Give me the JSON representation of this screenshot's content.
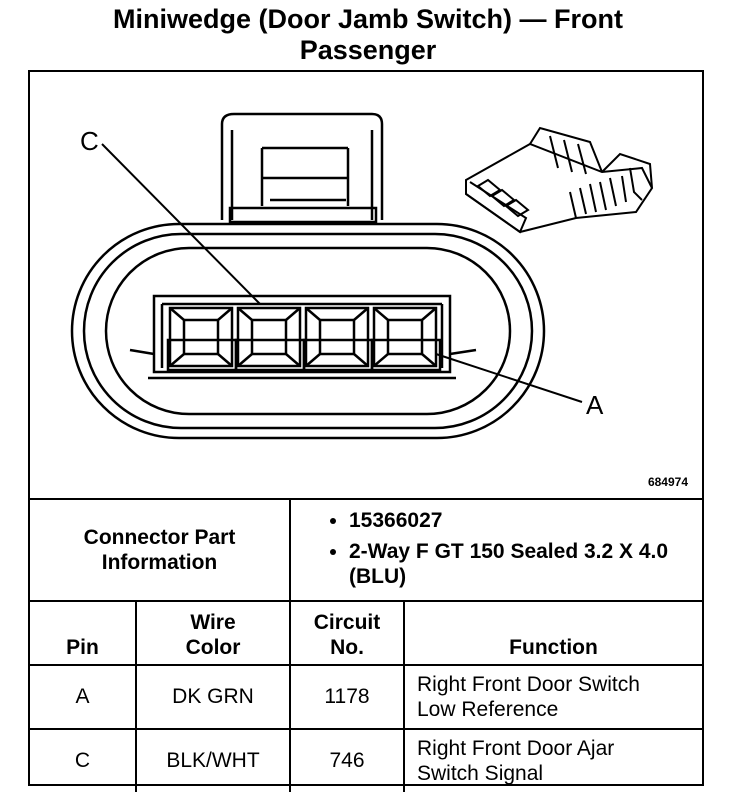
{
  "title": {
    "line1": "Miniwedge (Door Jamb Switch) — Front",
    "line2": "Passenger"
  },
  "diagram": {
    "label_c": "C",
    "label_a": "A",
    "figure_code": "684974"
  },
  "connector_info": {
    "label_line1": "Connector Part",
    "label_line2": "Information",
    "items": [
      "15366027",
      "2-Way F GT 150 Sealed 3.2 X 4.0 (BLU)"
    ]
  },
  "pin_table": {
    "headers": {
      "pin": "Pin",
      "wire_color_1": "Wire",
      "wire_color_2": "Color",
      "circuit_1": "Circuit",
      "circuit_2": "No.",
      "function": "Function"
    },
    "rows": [
      {
        "pin": "A",
        "wire_color": "DK GRN",
        "circuit": "1178",
        "function_1": "Right Front Door Switch",
        "function_2": "Low Reference"
      },
      {
        "pin": "C",
        "wire_color": "BLK/WHT",
        "circuit": "746",
        "function_1": "Right Front Door Ajar",
        "function_2": "Switch Signal"
      }
    ]
  }
}
